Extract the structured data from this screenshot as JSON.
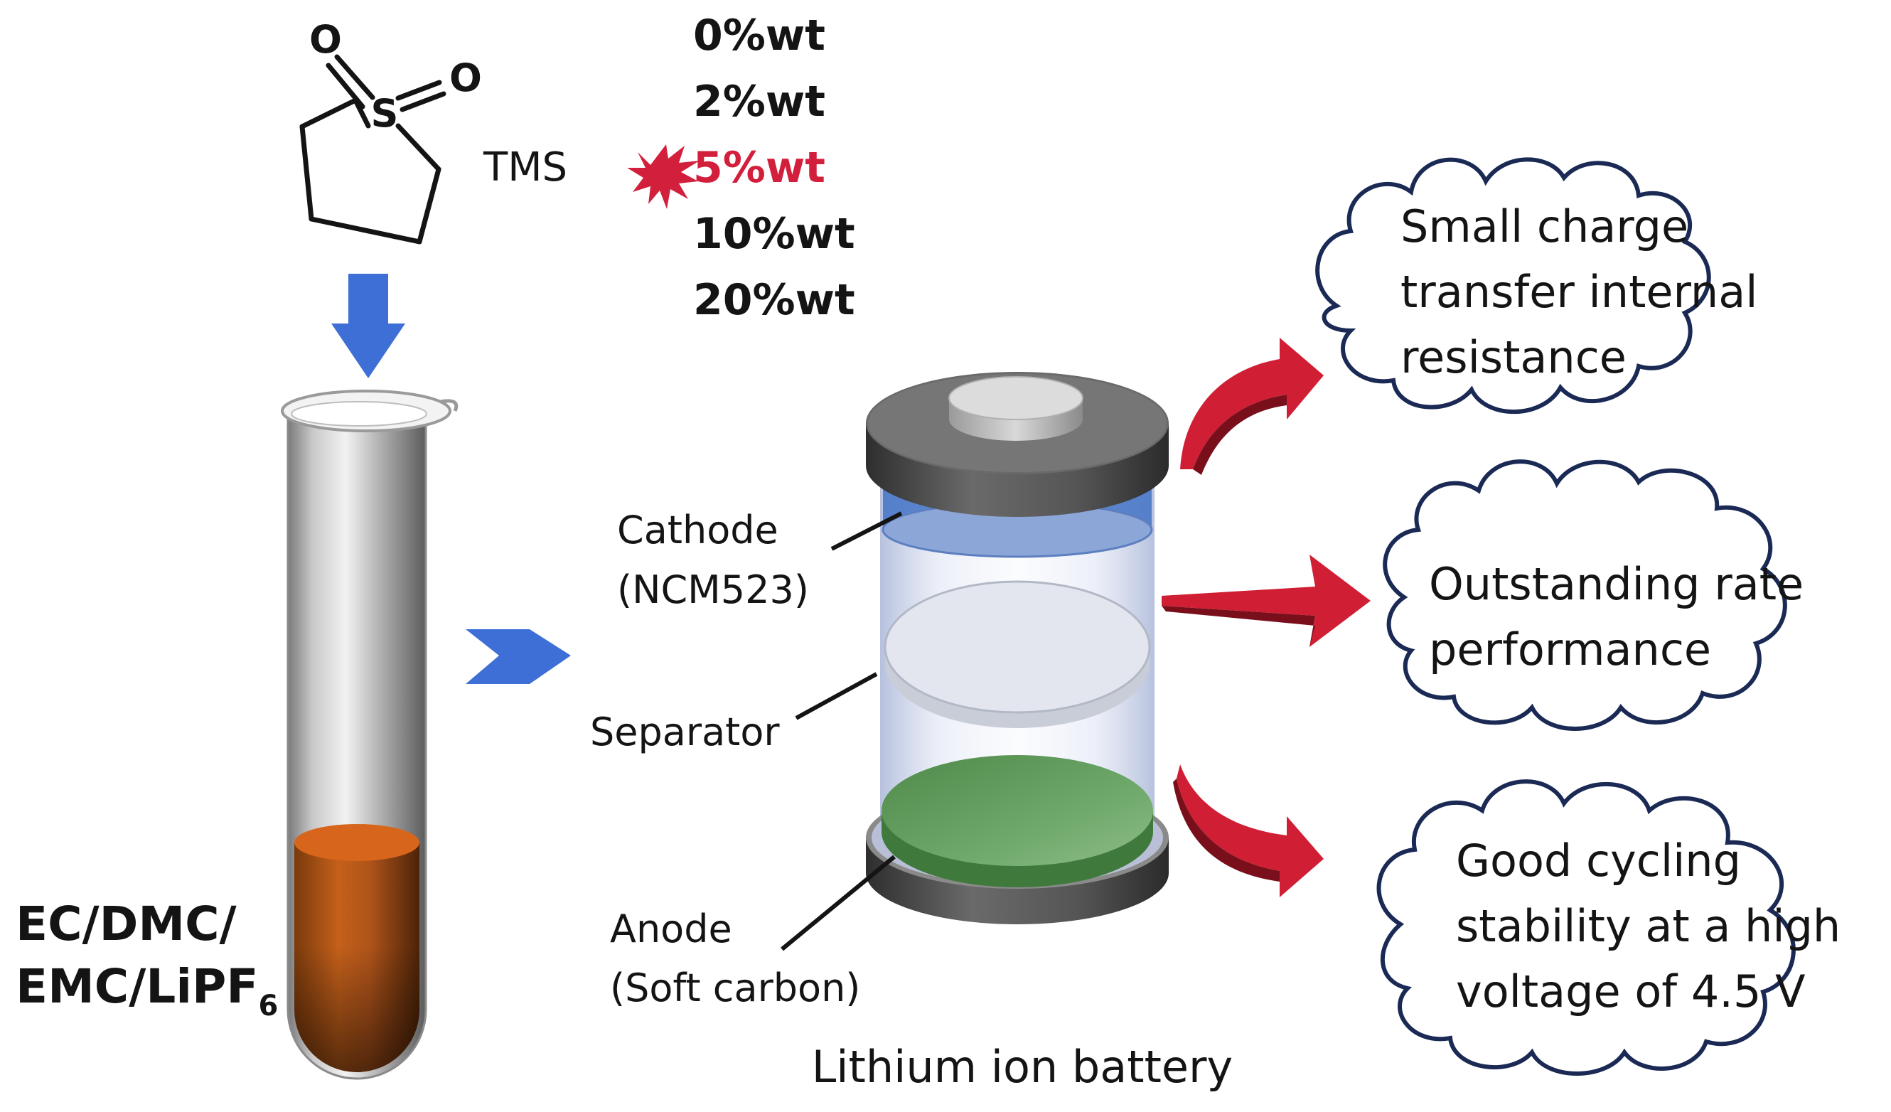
{
  "molecule": {
    "name": "TMS",
    "sulfur": "S",
    "oxygen_left": "O",
    "oxygen_right": "O"
  },
  "concentrations": [
    {
      "label": "0%wt",
      "highlight": false
    },
    {
      "label": "2%wt",
      "highlight": false
    },
    {
      "label": "5%wt",
      "highlight": true
    },
    {
      "label": "10%wt",
      "highlight": false
    },
    {
      "label": "20%wt",
      "highlight": false
    }
  ],
  "electrolyte": {
    "line1": "EC/DMC/",
    "line2_prefix": "EMC/LiPF",
    "line2_subscript": "6"
  },
  "battery": {
    "caption": "Lithium ion battery",
    "cathode_line1": "Cathode",
    "cathode_line2": "(NCM523)",
    "separator": "Separator",
    "anode_line1": "Anode",
    "anode_line2": "(Soft carbon)"
  },
  "benefits": {
    "b1": {
      "line1": "Small charge",
      "line2": "transfer internal",
      "line3": "resistance"
    },
    "b2": {
      "line1": "Outstanding rate",
      "line2": "performance"
    },
    "b3": {
      "line1": "Good cycling",
      "line2": "stability at a high",
      "line3": "voltage of 4.5 V"
    }
  },
  "colors": {
    "highlight_red": "#d21f3c",
    "arrow_blue": "#3d6fd6",
    "arrow_red": "#d01f34",
    "electrolyte_orange": "#c4601a",
    "cathode_blue": "#4a78c8",
    "anode_green": "#5e9e5a",
    "cloud_outline": "#1a2a55",
    "cap_gray": "#4e4e4e"
  },
  "icons": [
    "down-arrow-icon",
    "right-arrow-icon",
    "starburst-icon",
    "curved-arrow-icon"
  ]
}
